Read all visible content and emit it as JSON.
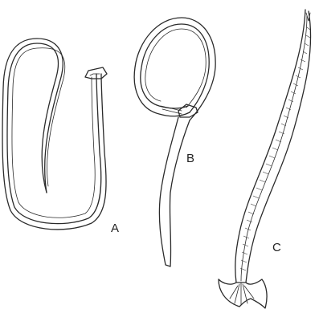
{
  "figure": {
    "labels": {
      "a": "A",
      "b": "B",
      "c": "C"
    }
  }
}
